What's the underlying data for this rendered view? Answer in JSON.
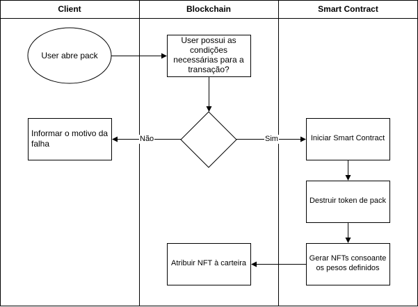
{
  "lanes": [
    {
      "title": "Client"
    },
    {
      "title": "Blockchain"
    },
    {
      "title": "Smart Contract"
    }
  ],
  "nodes": {
    "start": "User abre pack",
    "check": "User possui as condições necessárias para a transação?",
    "decision": "",
    "fail": "Informar o motivo da falha",
    "init_contract": "Iniciar Smart Contract",
    "destroy_token": "Destruir token de pack",
    "generate_nfts": "Gerar NFTs consoante os pesos definidos",
    "assign_nft": "Atribuir NFT à carteira"
  },
  "edge_labels": {
    "no": "Não",
    "yes": "Sim"
  }
}
